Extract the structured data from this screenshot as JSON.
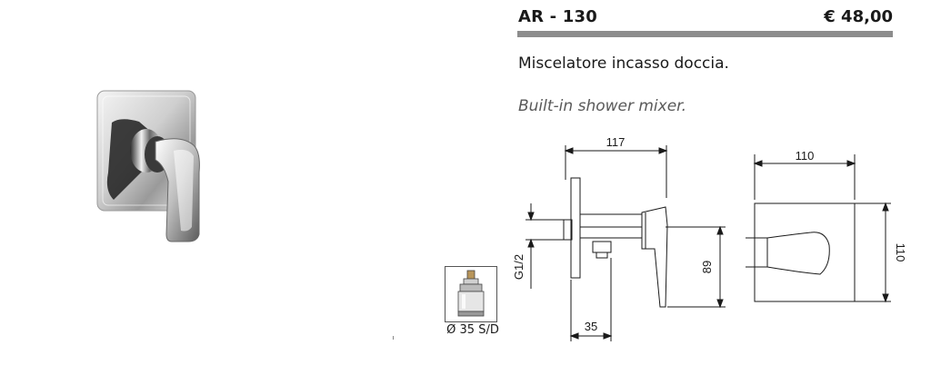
{
  "header": {
    "code": "AR - 130",
    "price": "€ 48,00"
  },
  "description": {
    "italian": "Miscelatore incasso doccia.",
    "english": "Built-in shower mixer."
  },
  "cartridge": {
    "label": "Ø 35 S/D"
  },
  "dimensions": {
    "side_width": "117",
    "side_depth": "35",
    "side_height": "89",
    "thread": "G1/2",
    "plate_width": "110",
    "plate_height": "110"
  }
}
